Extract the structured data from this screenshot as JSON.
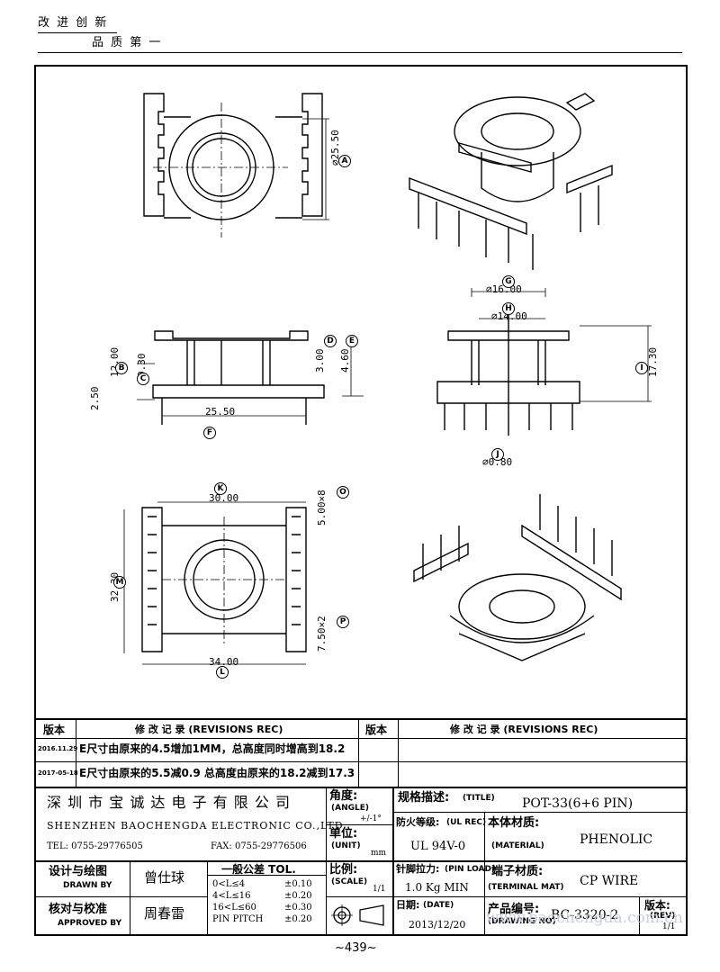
{
  "header": {
    "slogan_line1": "改 进 创 新",
    "slogan_line2": "品 质 第 一"
  },
  "dims": {
    "a": "⌀25.50",
    "g": "⌀16.00",
    "h": "⌀14.00",
    "i": "17.30",
    "j": "⌀0.80",
    "b": "12.00",
    "c": "9.30",
    "d": "3.00",
    "e": "4.60",
    "left_pin": "2.50",
    "f": "25.50",
    "k": "30.00",
    "l": "34.00",
    "m": "32.30",
    "o": "5.00×8",
    "p": "7.50×2"
  },
  "markers": [
    "A",
    "B",
    "C",
    "D",
    "E",
    "F",
    "G",
    "H",
    "I",
    "J",
    "K",
    "L",
    "M",
    "O",
    "P"
  ],
  "revisions": {
    "col_version": "版本",
    "col_title": "修 改 记 录 (REVISIONS REC)",
    "col_version2": "版本",
    "col_title2": "修 改 记 录 (REVISIONS REC)",
    "rows": [
      {
        "date": "2016.11.29",
        "text": "E尺寸由原来的4.5增加1MM，总高度同时增高到18.2"
      },
      {
        "date": "2017-05-18",
        "text": "E尺寸由原来的5.5减0.9  总高度由原来的18.2减到17.3"
      }
    ]
  },
  "company": {
    "name_cn": "深 圳 市 宝 诚 达 电 子 有 限 公 司",
    "name_en": "SHENZHEN BAOCHENGDA ELECTRONIC CO.,LTD",
    "tel": "TEL: 0755-29776505",
    "fax": "FAX: 0755-29776506"
  },
  "fields": {
    "angle_label": "角度:",
    "angle_en": "(ANGLE)",
    "angle_value": "+/-1°",
    "unit_label": "单位:",
    "unit_en": "(UNIT)",
    "unit_value": "mm",
    "scale_label": "比例:",
    "scale_en": "(SCALE)",
    "scale_value": "1/1",
    "title_label": "规格描述:",
    "title_en": "(TITLE)",
    "title_value": "POT-33(6+6 PIN)",
    "ul_label": "防火等级:",
    "ul_en": "(UL REC)",
    "ul_value": "UL 94V-0",
    "material_label": "本体材质:",
    "material_en": "(MATERIAL)",
    "material_value": "PHENOLIC",
    "pinload_label": "针脚拉力:",
    "pinload_en": "(PIN LOAD)",
    "pinload_value": "1.0 Kg MIN",
    "terminal_label": "端子材质:",
    "terminal_en": "(TERMINAL MAT)",
    "terminal_value": "CP WIRE",
    "date_label": "日期:",
    "date_en": "(DATE)",
    "date_value": "2013/12/20",
    "drawing_label": "产品编号:",
    "drawing_en": "(DRAWING NO)",
    "drawing_value": "BC-3320-2",
    "rev_label": "版本:",
    "rev_en": "(REV)",
    "rev_value": "1/1",
    "designed_label": "设计与绘图",
    "designed_en": "DRAWN BY",
    "designer": "曾仕球",
    "approved_label": "核对与校准",
    "approved_en": "APPROVED BY",
    "approver": "周春雷"
  },
  "tolerance": {
    "title": "一般公差 TOL.",
    "rows": [
      {
        "range": "0<L≤4",
        "value": "±0.10"
      },
      {
        "range": "4<L≤16",
        "value": "±0.20"
      },
      {
        "range": "16<L≤60",
        "value": "±0.30"
      },
      {
        "range": "PIN PITCH",
        "value": "±0.20"
      }
    ]
  },
  "watermark": "www.baochengda.com.cn",
  "page_number": "~439~"
}
